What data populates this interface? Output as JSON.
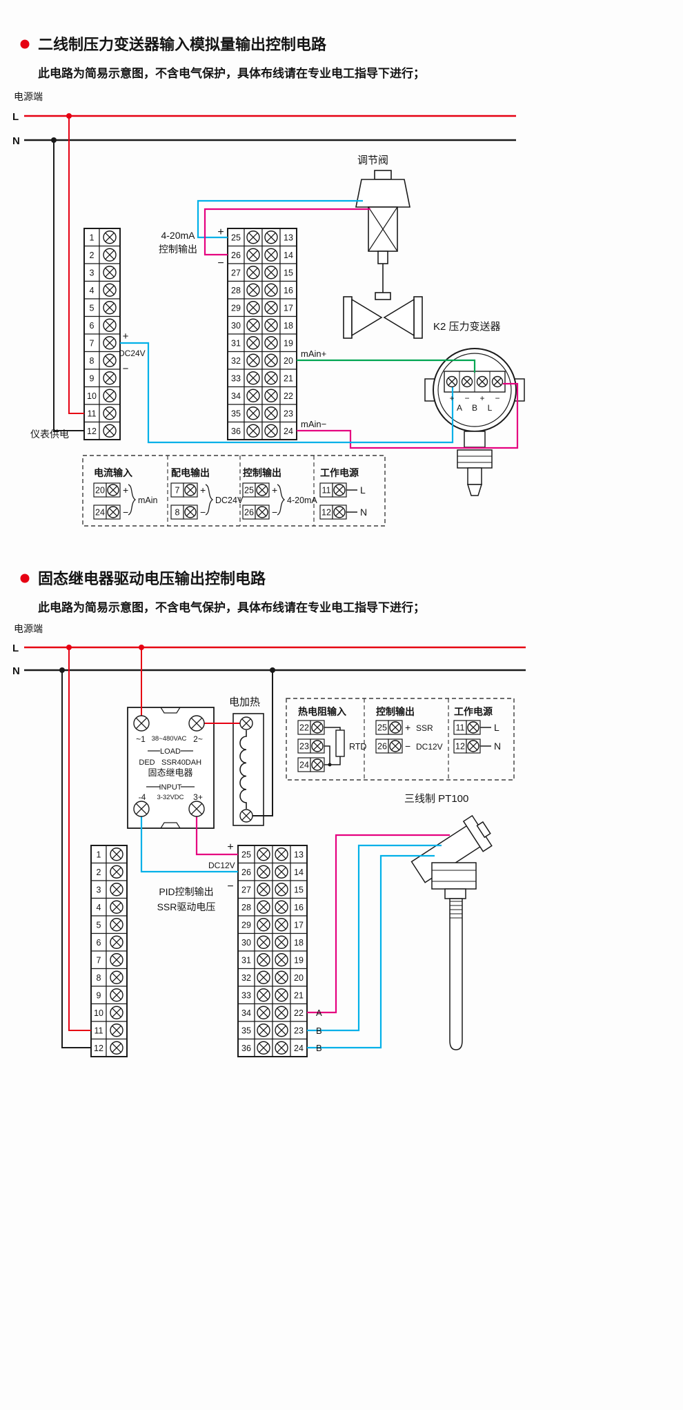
{
  "colors": {
    "red": "#e60012",
    "black": "#1a1a1a",
    "cyan": "#00b0e8",
    "magenta": "#e5007f",
    "green": "#00a551"
  },
  "controller": {
    "left_terminals": [
      "1",
      "2",
      "3",
      "4",
      "5",
      "6",
      "7",
      "8",
      "9",
      "10",
      "11",
      "12"
    ],
    "mid_left_terminals": [
      "25",
      "26",
      "27",
      "28",
      "29",
      "30",
      "31",
      "32",
      "33",
      "34",
      "35",
      "36"
    ],
    "mid_right_terminals": [
      "13",
      "14",
      "15",
      "16",
      "17",
      "18",
      "19",
      "20",
      "21",
      "22",
      "23",
      "24"
    ]
  },
  "section1": {
    "title": "二线制压力变送器输入模拟量输出控制电路",
    "subtitle": "此电路为简易示意图，不含电气保护，具体布线请在专业电工指导下进行；",
    "power_label": "电源端",
    "l_label": "L",
    "n_label": "N",
    "valve_label": "调节阀",
    "transmitter_label": "K2  压力变送器",
    "transmitter_signs": [
      "+",
      "−",
      "+",
      "−"
    ],
    "transmitter_pins": [
      "A",
      "B",
      "L"
    ],
    "output_line1": "4-20mA",
    "output_line2": "控制输出",
    "plus": "+",
    "minus": "−",
    "dc24v_plus": "+",
    "dc24v_label": "DC24V",
    "dc24v_minus": "−",
    "main_plus": "mAin+",
    "main_minus": "mAin−",
    "instrument_power_label": "仪表供电",
    "legend": {
      "groups": [
        {
          "title": "电流输入",
          "rows": [
            {
              "n": "20",
              "sign": "+"
            },
            {
              "n": "24",
              "sign": "−"
            }
          ],
          "label": "mAin"
        },
        {
          "title": "配电输出",
          "rows": [
            {
              "n": "7",
              "sign": "+"
            },
            {
              "n": "8",
              "sign": "−"
            }
          ],
          "label": "DC24V"
        },
        {
          "title": "控制输出",
          "rows": [
            {
              "n": "25",
              "sign": "+"
            },
            {
              "n": "26",
              "sign": "−"
            }
          ],
          "label": "4-20mA"
        },
        {
          "title": "工作电源",
          "rows": [
            {
              "n": "11",
              "sign": "L"
            },
            {
              "n": "12",
              "sign": "N"
            }
          ],
          "label": ""
        }
      ]
    }
  },
  "section2": {
    "title": "固态继电器驱动电压输出控制电路",
    "subtitle": "此电路为简易示意图，不含电气保护，具体布线请在专业电工指导下进行；",
    "power_label": "电源端",
    "l_label": "L",
    "n_label": "N",
    "heater_label": "电加热",
    "ssr": {
      "t1": "~1",
      "vac": "38~480VAC",
      "t2": "2~",
      "load": "LOAD",
      "brand": "DED",
      "model": "SSR40DAH",
      "name": "固态继电器",
      "input": "INPUT",
      "t4": "-4",
      "vdc": "3-32VDC",
      "t3": "3+"
    },
    "plus": "+",
    "dc12v_label": "DC12V",
    "minus": "−",
    "pid_line1": "PID控制输出",
    "pid_line2": "SSR驱动电压",
    "pt100_label": "三线制  PT100",
    "abb": [
      "A",
      "B",
      "B"
    ],
    "legend": {
      "groups": [
        {
          "title": "热电阻输入",
          "rows": [
            {
              "n": "22"
            },
            {
              "n": "23"
            },
            {
              "n": "24"
            }
          ],
          "label": "RTD"
        },
        {
          "title": "控制输出",
          "rows": [
            {
              "n": "25",
              "sign": "+",
              "tag": "SSR"
            },
            {
              "n": "26",
              "sign": "−",
              "tag": "DC12V"
            }
          ]
        },
        {
          "title": "工作电源",
          "rows": [
            {
              "n": "11",
              "sign": "L"
            },
            {
              "n": "12",
              "sign": "N"
            }
          ]
        }
      ]
    }
  }
}
